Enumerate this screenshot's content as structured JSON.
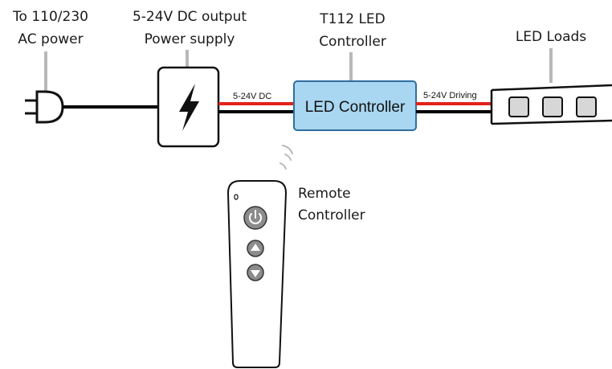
{
  "labels": {
    "ac_power_line1": "To 110/230",
    "ac_power_line2": "AC power",
    "power_supply_line1": "5-24V DC output",
    "power_supply_line2": "Power supply",
    "controller_line1": "T112 LED",
    "controller_line2": "Controller",
    "led_loads": "LED Loads",
    "remote_line1": "Remote",
    "remote_line2": "Controller"
  },
  "wires": {
    "dc_input": "5-24V DC",
    "driving_output": "5-24V Driving"
  },
  "controller_box": {
    "text": "LED Controller"
  },
  "icons": {
    "plug": "plug-icon",
    "power_supply": "lightning-bolt-icon",
    "signal": "wireless-signal-icon",
    "remote_power": "power-icon",
    "remote_up": "triangle-up-icon",
    "remote_down": "triangle-down-icon"
  },
  "colors": {
    "controller_fill": "#a9d6f1",
    "controller_border": "#2e6f9e",
    "wire_red": "#e2231a",
    "wire_black": "#000000",
    "leader": "#b8b8b8"
  }
}
